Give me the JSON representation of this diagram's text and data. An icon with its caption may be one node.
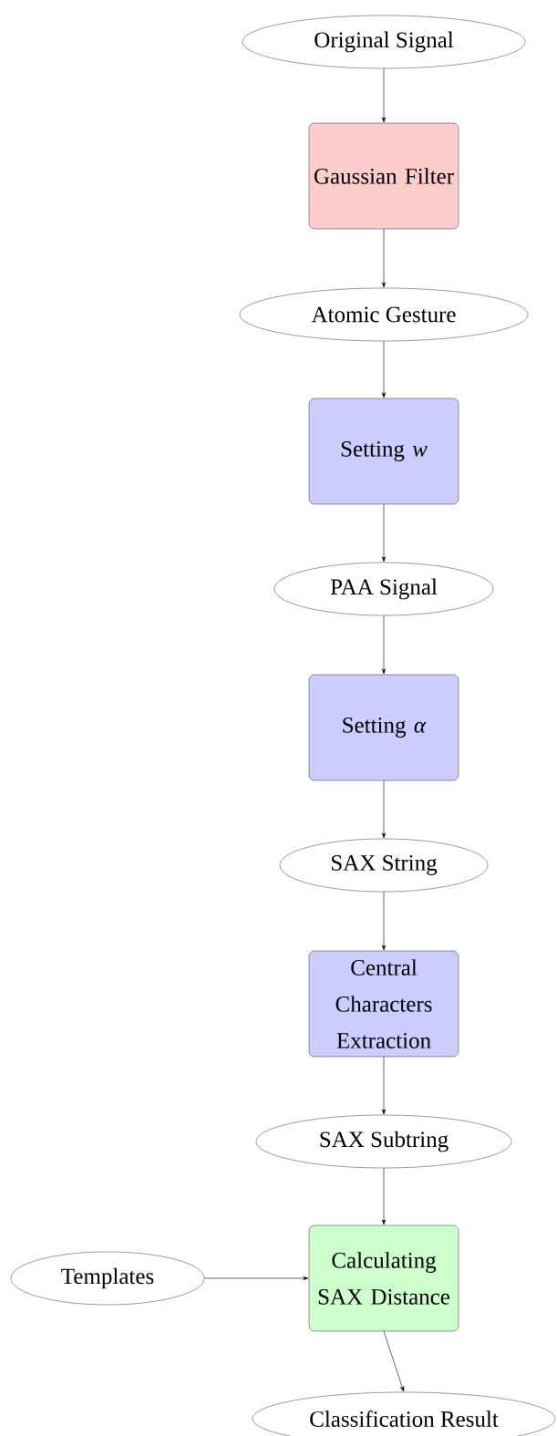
{
  "diagram": {
    "nodes": [
      {
        "text": [
          "Original Signal"
        ]
      },
      {
        "text": [
          "Gaussian Filter"
        ]
      },
      {
        "text": [
          "Atomic Gesture"
        ]
      },
      {
        "text": [
          "Setting *w*"
        ]
      },
      {
        "text": [
          "PAA Signal"
        ]
      },
      {
        "text": [
          "Setting *α*"
        ]
      },
      {
        "text": [
          "SAX String"
        ]
      },
      {
        "text": [
          "Central Characters Extraction"
        ]
      },
      {
        "text": [
          "SAX Subtring"
        ]
      },
      {
        "text": [
          "Templates"
        ]
      },
      {
        "text": [
          "Calculating SAX Distance"
        ]
      },
      {
        "text": [
          "Classification Result"
        ]
      }
    ],
    "edges": [
      {
        "from": 0,
        "to": 1,
        "arrow": "to"
      },
      {
        "from": 1,
        "to": 2,
        "arrow": "to"
      },
      {
        "from": 2,
        "to": 3,
        "arrow": "to"
      },
      {
        "from": 3,
        "to": 4,
        "arrow": "to"
      },
      {
        "from": 4,
        "to": 5,
        "arrow": "to"
      },
      {
        "from": 5,
        "to": 6,
        "arrow": "to"
      },
      {
        "from": 6,
        "to": 7,
        "arrow": "to"
      },
      {
        "from": 7,
        "to": 8,
        "arrow": "to"
      },
      {
        "from": 8,
        "to": 10,
        "arrow": "to"
      },
      {
        "from": 9,
        "to": 10,
        "arrow": "to"
      },
      {
        "from": 10,
        "to": 11,
        "arrow": "to"
      }
    ]
  }
}
